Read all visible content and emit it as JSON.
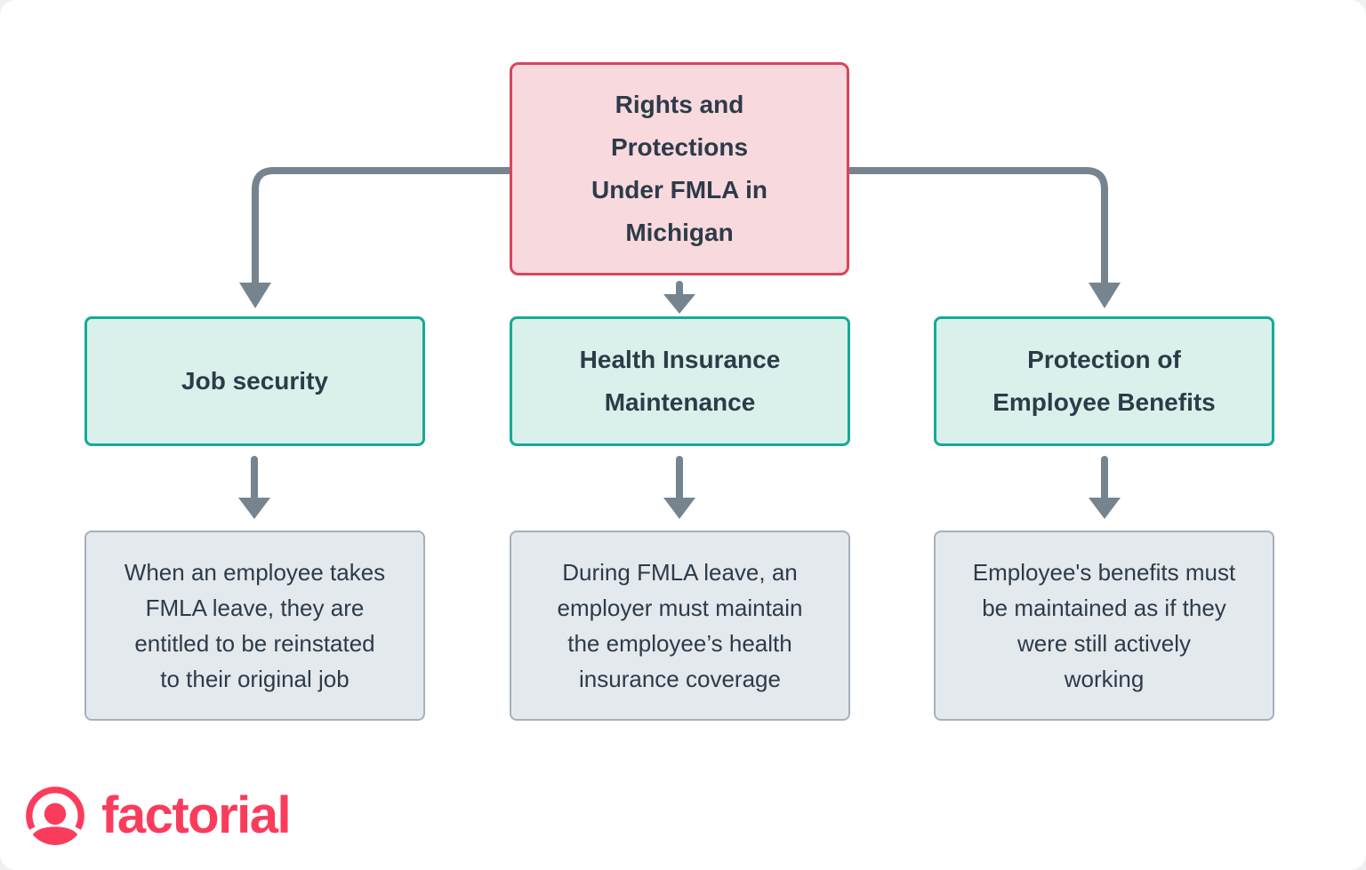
{
  "colors": {
    "root_fill": "#f8d9de",
    "root_border": "#d8455b",
    "category_fill": "#d9f1ea",
    "category_border": "#16aa99",
    "detail_fill": "#e4e9ed",
    "detail_border": "#a6b0bb",
    "arrow": "#76848f",
    "text": "#2d3b49",
    "brand": "#fa3c5c"
  },
  "diagram": {
    "root": {
      "label": "Rights and\nProtections\nUnder FMLA in\nMichigan"
    },
    "branches": [
      {
        "title": "Job security",
        "description": "When an employee takes\nFMLA leave, they are\nentitled to be reinstated\nto their original job"
      },
      {
        "title": "Health Insurance\nMaintenance",
        "description": "During FMLA leave, an\nemployer must maintain\nthe employee’s health\ninsurance coverage"
      },
      {
        "title": "Protection of\nEmployee Benefits",
        "description": "Employee's benefits must\nbe maintained as if they\nwere still actively\nworking"
      }
    ]
  },
  "footer": {
    "logo_text": "factorial"
  }
}
